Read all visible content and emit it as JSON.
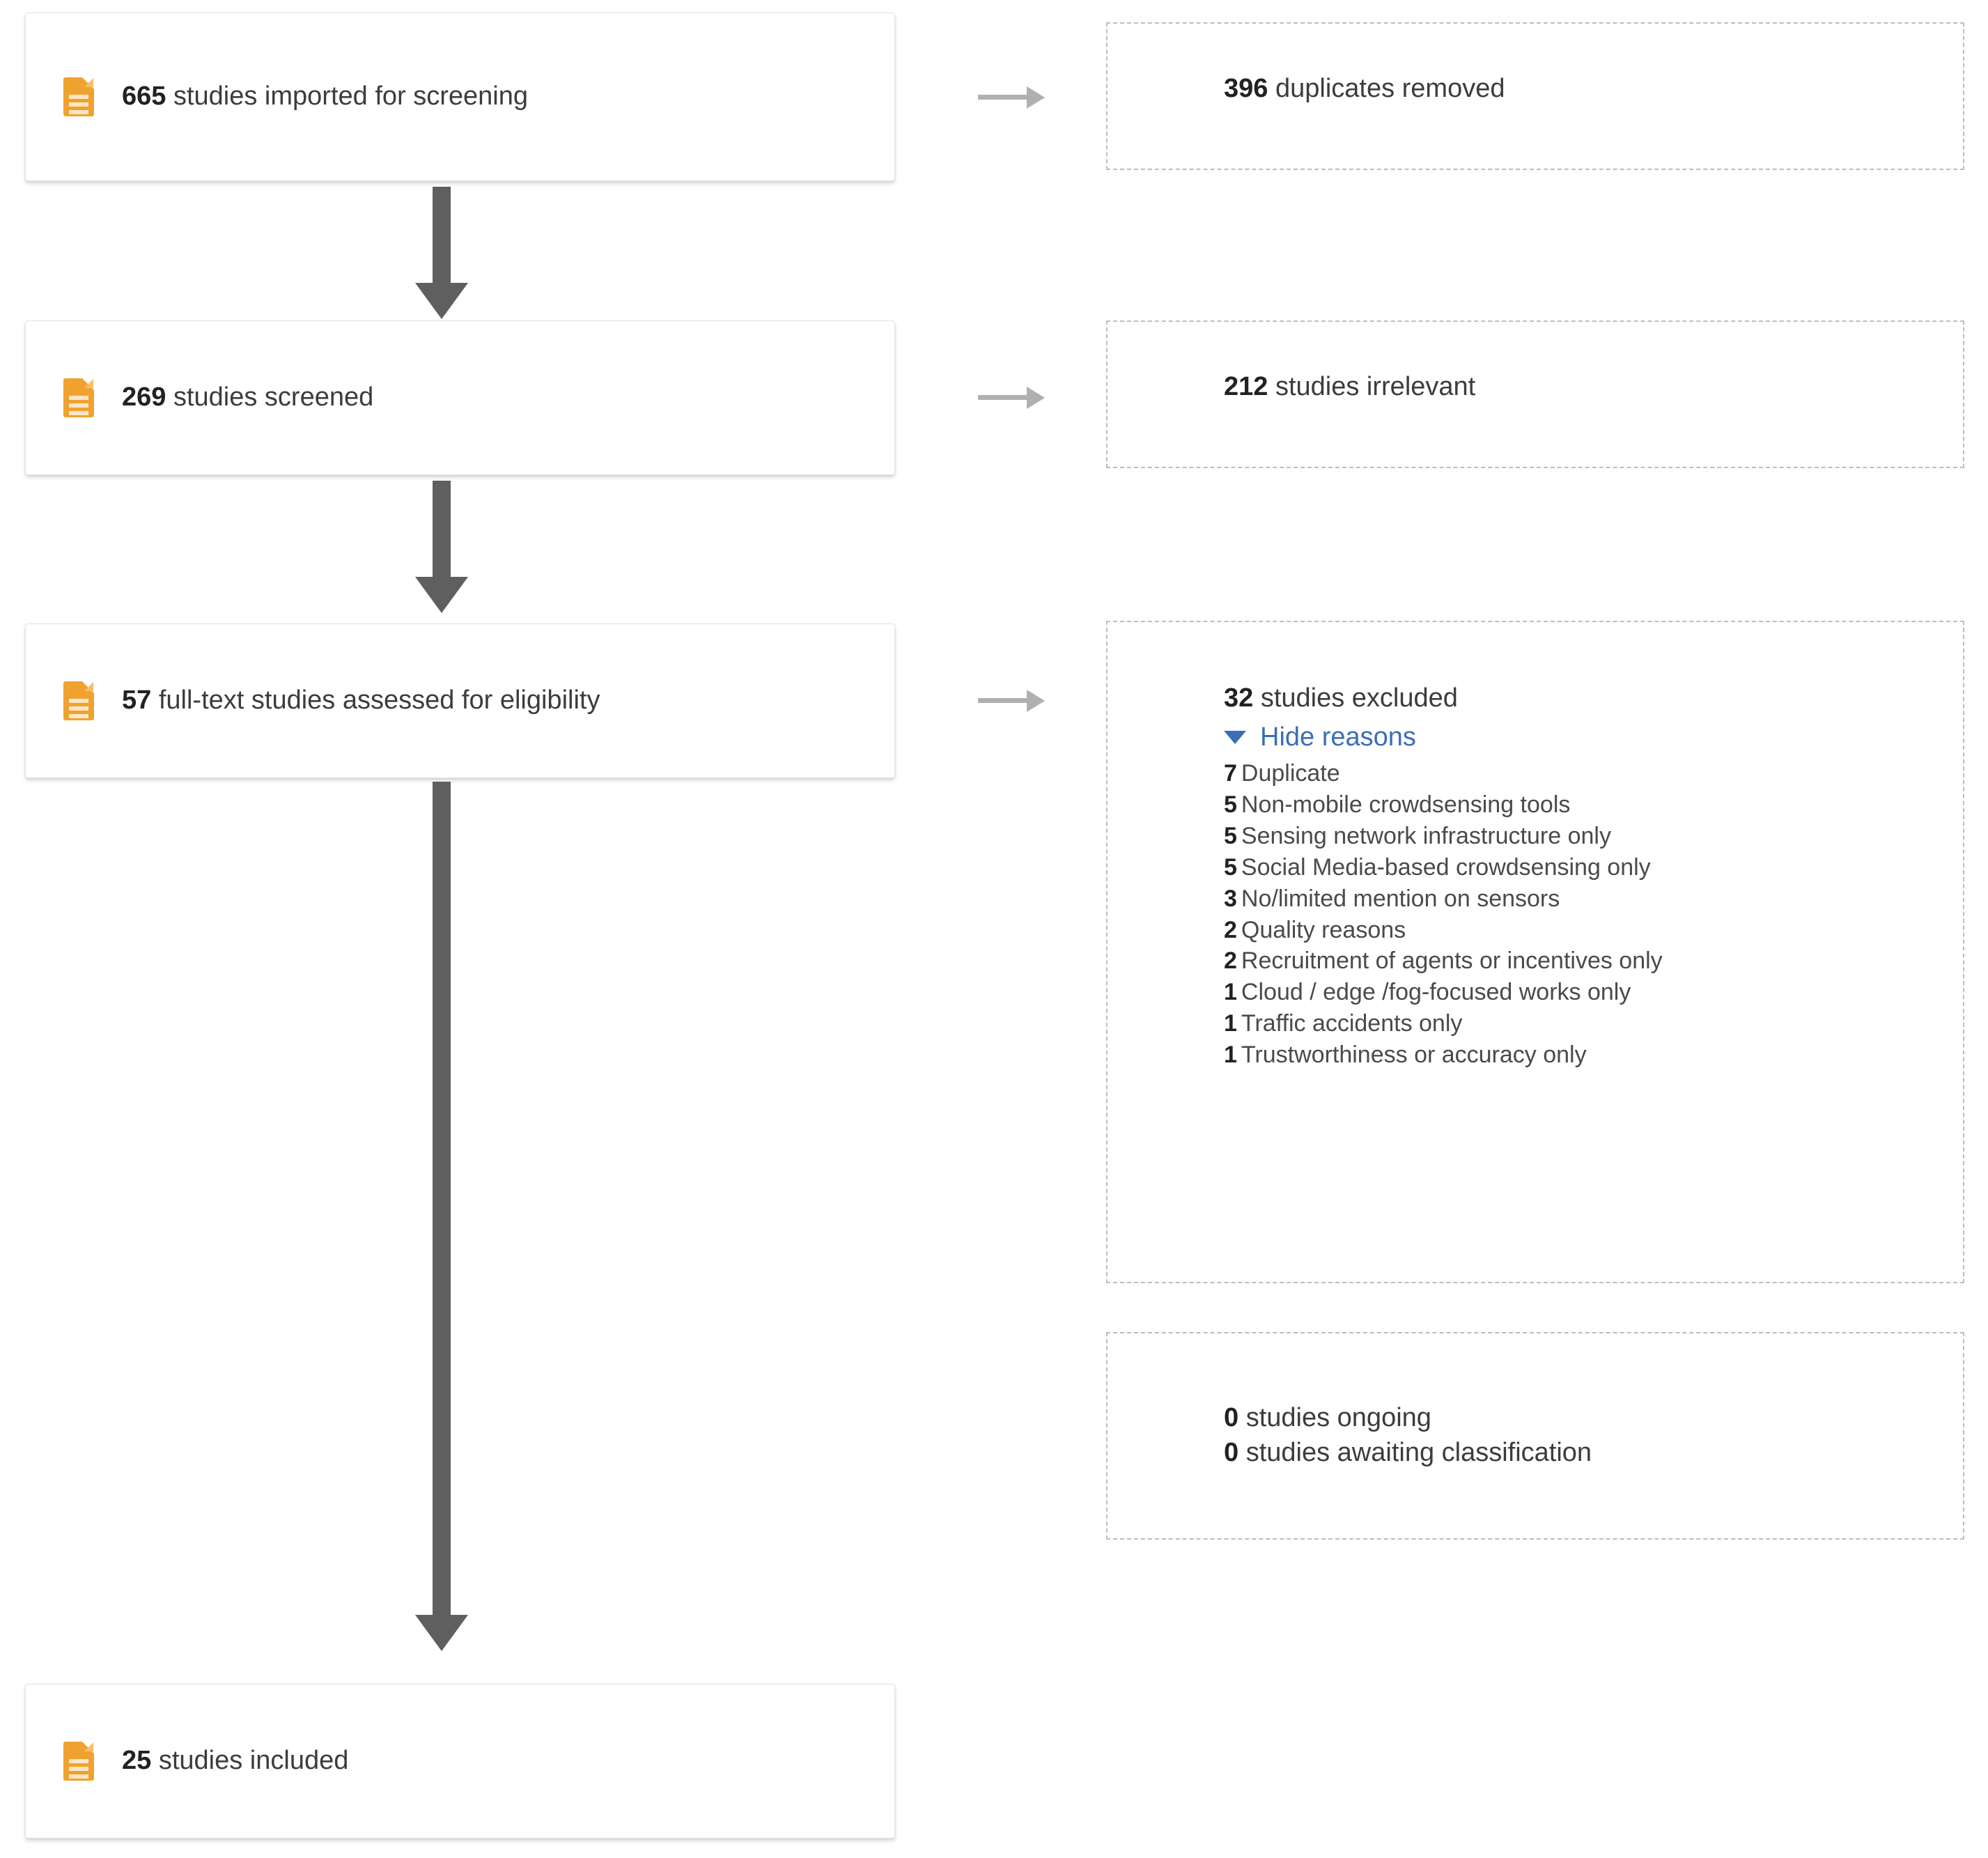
{
  "diagram": {
    "type": "prisma-flow",
    "icon": "document-icon",
    "stages": [
      {
        "count": "665",
        "label": "studies imported for screening"
      },
      {
        "count": "269",
        "label": "studies screened"
      },
      {
        "count": "57",
        "label": "full-text studies assessed for eligibility"
      },
      {
        "count": "25",
        "label": "studies included"
      }
    ],
    "exclusions": [
      {
        "count": "396",
        "label": "duplicates removed"
      },
      {
        "count": "212",
        "label": "studies irrelevant"
      }
    ],
    "excluded_box": {
      "count": "32",
      "label": "studies excluded",
      "toggle_label": "Hide reasons",
      "toggle_icon": "caret-down-icon",
      "reasons": [
        {
          "count": "7",
          "label": "Duplicate"
        },
        {
          "count": "5",
          "label": "Non-mobile crowdsensing tools"
        },
        {
          "count": "5",
          "label": "Sensing network infrastructure only"
        },
        {
          "count": "5",
          "label": "Social Media-based crowdsensing only"
        },
        {
          "count": "3",
          "label": "No/limited mention on sensors"
        },
        {
          "count": "2",
          "label": "Quality reasons"
        },
        {
          "count": "2",
          "label": "Recruitment of agents or incentives only"
        },
        {
          "count": "1",
          "label": "Cloud / edge /fog-focused works only"
        },
        {
          "count": "1",
          "label": "Traffic accidents only"
        },
        {
          "count": "1",
          "label": "Trustworthiness or accuracy only"
        }
      ]
    },
    "status_box": {
      "lines": [
        {
          "count": "0",
          "label": "studies ongoing"
        },
        {
          "count": "0",
          "label": "studies awaiting classification"
        }
      ]
    },
    "colors": {
      "icon_orange": "#f0a230",
      "link_blue": "#3b6eb5",
      "arrow_gray": "#5f5f5f",
      "side_arrow_gray": "#b0b0b0",
      "dashed_border": "#b9bec6",
      "text": "#3c3c3c"
    }
  }
}
